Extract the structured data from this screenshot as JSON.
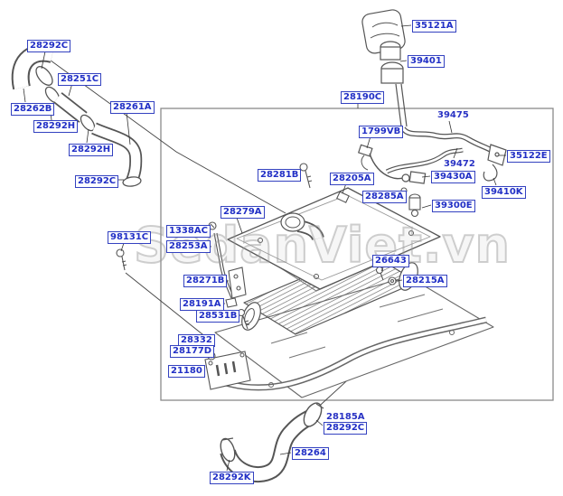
{
  "watermark": {
    "text": "SedanViet.vn"
  },
  "colors": {
    "label_text": "#2230c6",
    "label_border": "#3442c0",
    "line_art": "#555555",
    "frame": "#8a8a8a",
    "watermark_gray": "#999999"
  },
  "labels": [
    {
      "text": "28292C",
      "boxed": true
    },
    {
      "text": "28251C",
      "boxed": true
    },
    {
      "text": "28262B",
      "boxed": true
    },
    {
      "text": "28292H",
      "boxed": true
    },
    {
      "text": "28261A",
      "boxed": true
    },
    {
      "text": "28292H",
      "boxed": true
    },
    {
      "text": "28292C",
      "boxed": true
    },
    {
      "text": "35121A",
      "boxed": true
    },
    {
      "text": "39401",
      "boxed": true
    },
    {
      "text": "28190C",
      "boxed": true
    },
    {
      "text": "39475",
      "boxed": false
    },
    {
      "text": "1799VB",
      "boxed": true
    },
    {
      "text": "35122E",
      "boxed": true
    },
    {
      "text": "39472",
      "boxed": false
    },
    {
      "text": "39430A",
      "boxed": true
    },
    {
      "text": "39410K",
      "boxed": true
    },
    {
      "text": "28285A",
      "boxed": true
    },
    {
      "text": "39300E",
      "boxed": true
    },
    {
      "text": "28281B",
      "boxed": true
    },
    {
      "text": "28205A",
      "boxed": true
    },
    {
      "text": "28279A",
      "boxed": true
    },
    {
      "text": "1338AC",
      "boxed": true
    },
    {
      "text": "28253A",
      "boxed": true
    },
    {
      "text": "98131C",
      "boxed": true
    },
    {
      "text": "28271B",
      "boxed": true
    },
    {
      "text": "28191A",
      "boxed": true
    },
    {
      "text": "28531B",
      "boxed": true
    },
    {
      "text": "28332",
      "boxed": true
    },
    {
      "text": "28177D",
      "boxed": true
    },
    {
      "text": "21180",
      "boxed": true
    },
    {
      "text": "26643",
      "boxed": true
    },
    {
      "text": "28215A",
      "boxed": true
    },
    {
      "text": "28185A",
      "boxed": false
    },
    {
      "text": "28292C",
      "boxed": true
    },
    {
      "text": "28264",
      "boxed": true
    },
    {
      "text": "28292K",
      "boxed": true
    }
  ]
}
